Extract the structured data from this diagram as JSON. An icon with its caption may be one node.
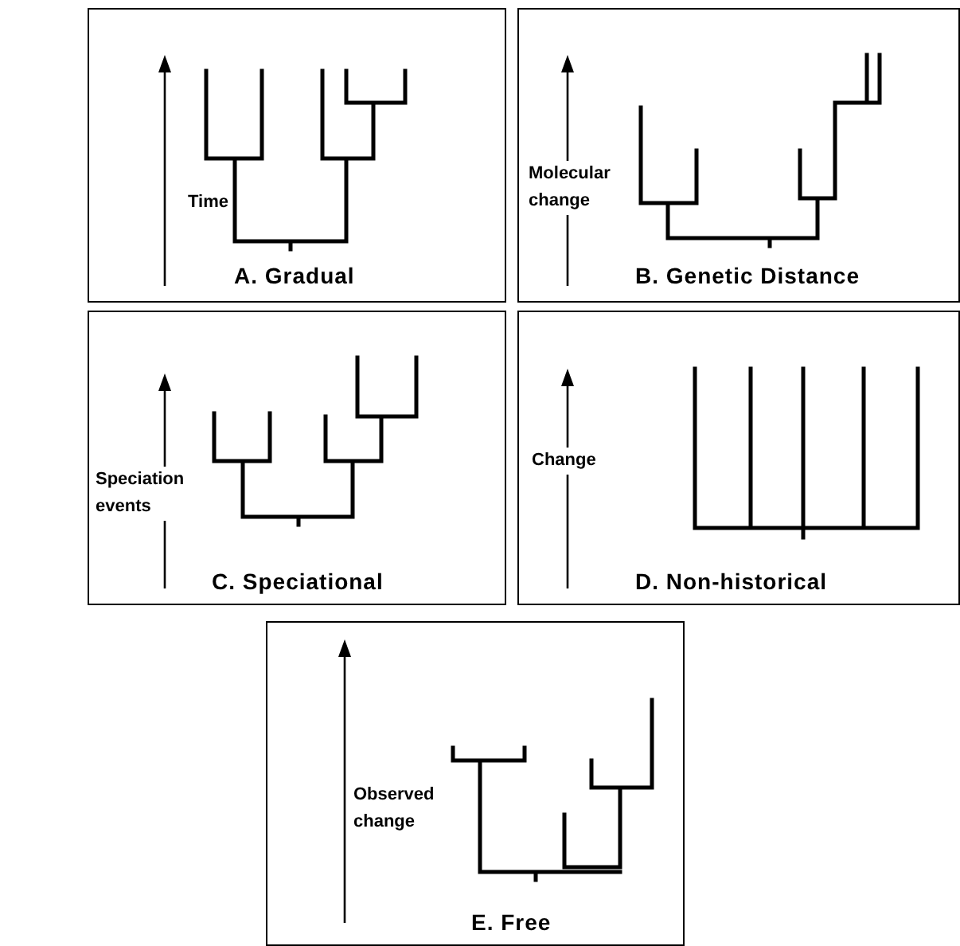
{
  "diagram": {
    "nodes": [
      {
        "text": [
          "Time",
          "A. Gradual"
        ]
      },
      {
        "text": [
          "Molecular change",
          "B. Genetic Distance"
        ]
      },
      {
        "text": [
          "Speciation events",
          "C. Speciational"
        ]
      },
      {
        "text": [
          "Change",
          "D. Non-historical"
        ]
      },
      {
        "text": [
          "Observed change",
          "E. Free"
        ]
      }
    ],
    "edges": []
  }
}
